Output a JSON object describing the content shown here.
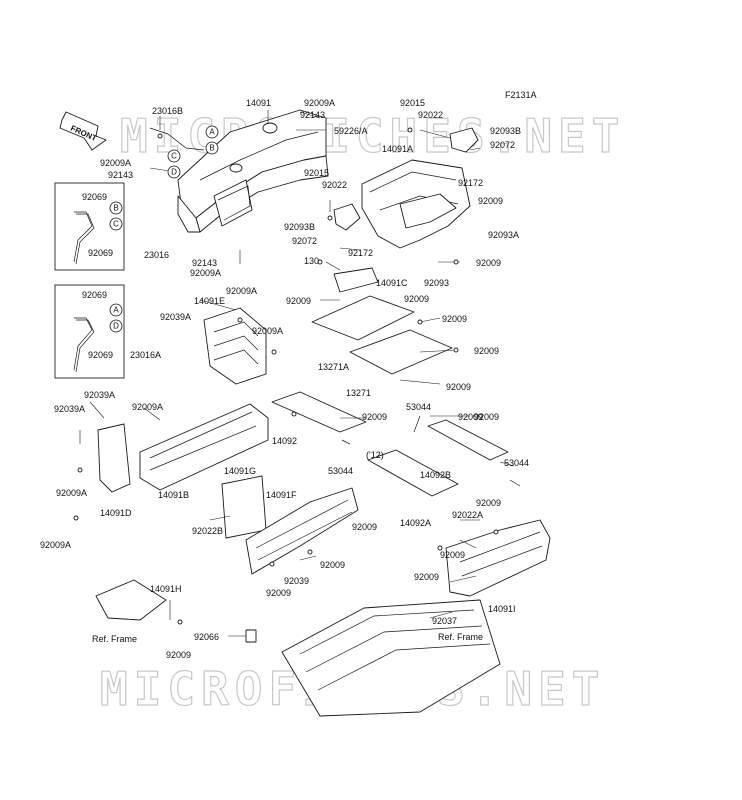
{
  "diagram_code": "F2131A",
  "watermark": "MICROFICHES.NET",
  "front_arrow": "FRONT",
  "year_note": "('12)",
  "callouts": [
    "A",
    "B",
    "C",
    "D"
  ],
  "labels": [
    "14091",
    "92009A",
    "92143",
    "59226/A",
    "23016B",
    "92009A",
    "92143",
    "92015",
    "92022",
    "92093B",
    "92072",
    "14091A",
    "92172",
    "92009",
    "92093A",
    "92015",
    "92022",
    "92093B",
    "92072",
    "92172",
    "92093",
    "92009",
    "92069",
    "92069",
    "23016",
    "92143",
    "92009A",
    "130",
    "14091C",
    "92009",
    "92009",
    "92069",
    "92069",
    "23016A",
    "92039A",
    "14091E",
    "92009A",
    "92009A",
    "13271A",
    "92009",
    "92009",
    "13271",
    "92009",
    "92039A",
    "92039A",
    "92009A",
    "53044",
    "92009",
    "14092",
    "92009",
    "53044",
    "92009",
    "14092B",
    "53044",
    "92009A",
    "14091B",
    "14091D",
    "14091G",
    "14091F",
    "92009",
    "92022B",
    "92009",
    "92039",
    "92009",
    "92009A",
    "14092A",
    "92009",
    "92022A",
    "92009",
    "92009",
    "14091I",
    "14091H",
    "Ref. Frame",
    "92009",
    "92066",
    "92037",
    "Ref. Frame"
  ]
}
